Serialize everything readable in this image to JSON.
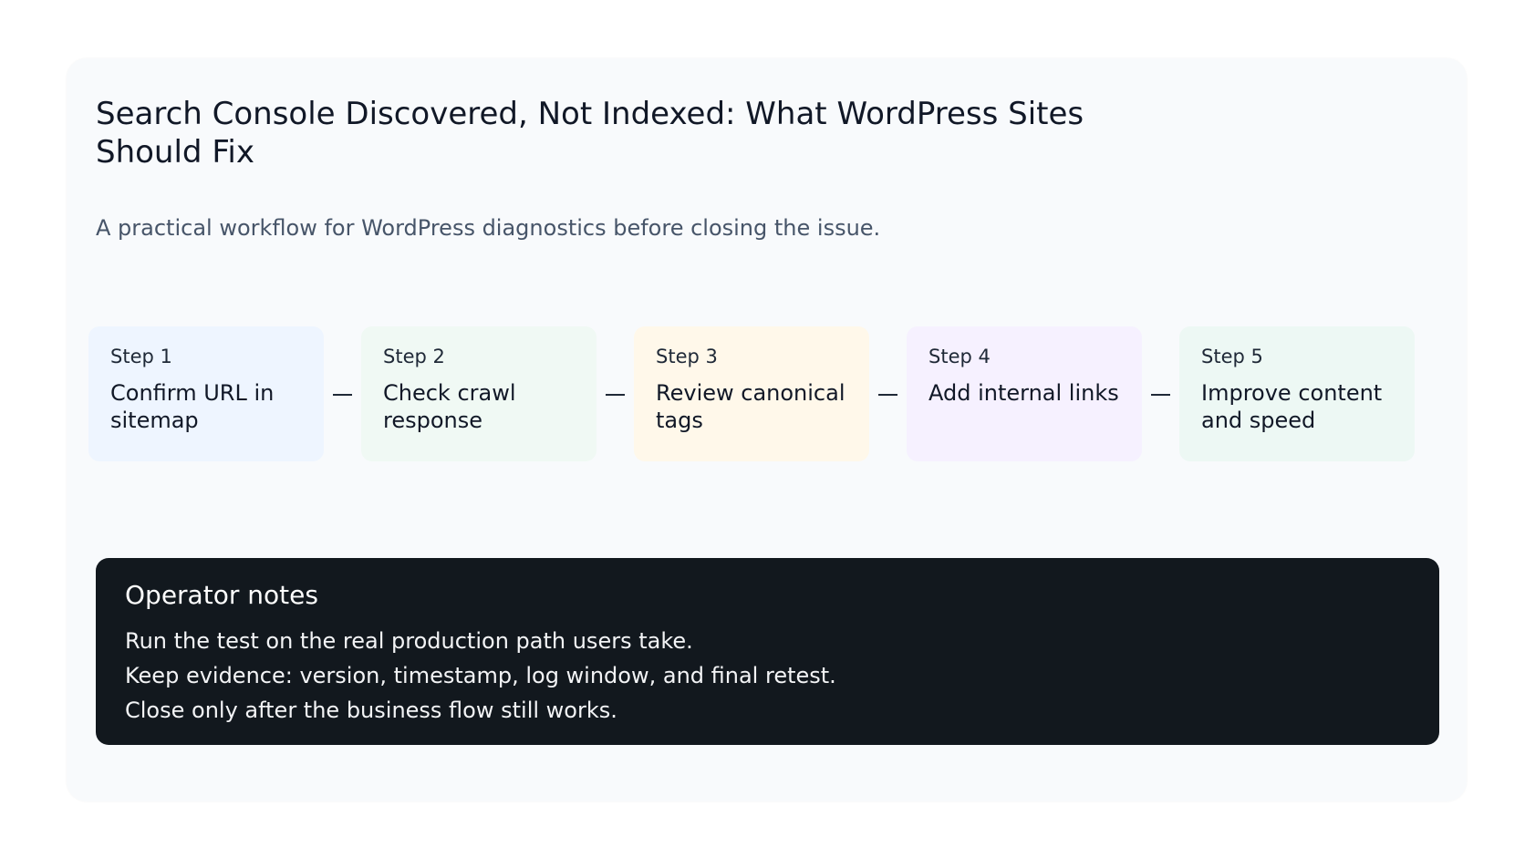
{
  "title": "Search Console Discovered, Not Indexed: What WordPress Sites Should Fix",
  "subtitle": "A practical workflow for WordPress diagnostics before closing the issue.",
  "steps": [
    {
      "label": "Step 1",
      "text": "Confirm URL in sitemap",
      "color": "#eef5ff"
    },
    {
      "label": "Step 2",
      "text": "Check crawl response",
      "color": "#f0f9f4"
    },
    {
      "label": "Step 3",
      "text": "Review canonical tags",
      "color": "#fff8ea"
    },
    {
      "label": "Step 4",
      "text": "Add internal links",
      "color": "#f6f1ff"
    },
    {
      "label": "Step 5",
      "text": "Improve content and speed",
      "color": "#edf8f4"
    }
  ],
  "notes": {
    "title": "Operator notes",
    "lines": [
      "Run the test on the real production path users take.",
      "Keep evidence: version, timestamp, log window, and final retest.",
      "Close only after the business flow still works."
    ]
  },
  "colors": {
    "background": "#ffffff",
    "card": "#f8fafc",
    "notes_panel": "#12181e"
  }
}
